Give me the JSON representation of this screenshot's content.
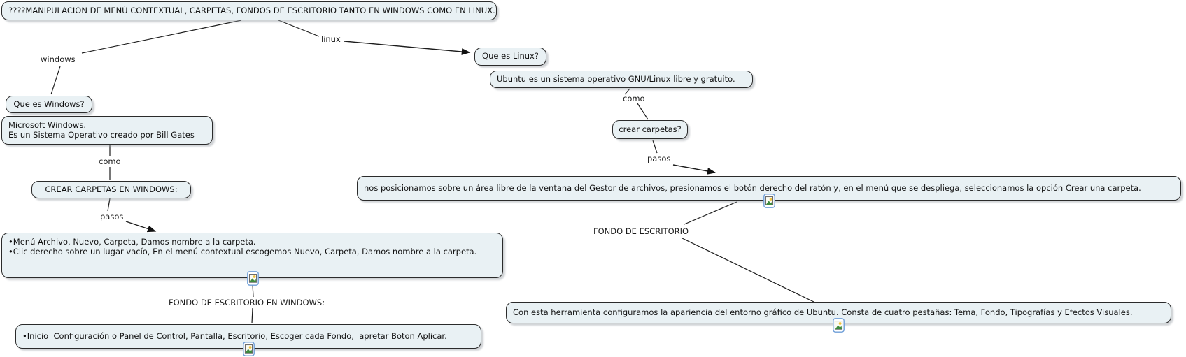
{
  "diagram_type": "concept-map",
  "colors": {
    "background": "#ffffff",
    "node_fill": "#e9f1f4",
    "node_border": "#2b2b2b",
    "connector": "#1c1c1c",
    "resource_icon_border": "#6f9fd8",
    "resource_icon_mountain": "#3e8a3e",
    "resource_icon_sun": "#f2c23c"
  },
  "root": {
    "label": "????MANIPULACIÓN DE MENÚ CONTEXTUAL, CARPETAS, FONDOS DE ESCRITORIO TANTO EN WINDOWS COMO EN LINUX."
  },
  "windows_branch": {
    "link_windows": "windows",
    "question": "Que es Windows?",
    "definition_line1": "Microsoft Windows.",
    "definition_line2": "Es un Sistema Operativo creado por Bill Gates",
    "link_como": "como",
    "create_folders": "CREAR CARPETAS EN WINDOWS:",
    "link_pasos": "pasos",
    "steps_line1": "•Menú Archivo, Nuevo, Carpeta, Damos nombre a la carpeta.",
    "steps_line2": "•Clic derecho sobre un lugar vacío, En el menú contextual escogemos Nuevo, Carpeta, Damos nombre a la carpeta.",
    "desktop_background_label": "FONDO DE ESCRITORIO EN WINDOWS:",
    "desktop_background_steps": "•Inicio  Configuración o Panel de Control, Pantalla, Escritorio, Escoger cada Fondo,  apretar Boton Aplicar."
  },
  "linux_branch": {
    "link_linux": "linux",
    "question": "Que es Linux?",
    "definition": "Ubuntu es un sistema operativo GNU/Linux libre y gratuito.",
    "link_como": "como",
    "create_folders": "crear carpetas?",
    "link_pasos": "pasos",
    "steps": "nos posicionamos sobre un área libre de la ventana del Gestor de archivos, presionamos el botón derecho del ratón y, en el menú que se despliega, seleccionamos la opción Crear una carpeta.",
    "desktop_background_label": "FONDO DE ESCRITORIO",
    "desktop_background_desc": "Con esta herramienta configuramos la apariencia del entorno gráfico de Ubuntu. Consta de cuatro pestañas: Tema, Fondo, Tipografías y Efectos Visuales."
  },
  "icons": {
    "resource": "image-resource-icon"
  }
}
